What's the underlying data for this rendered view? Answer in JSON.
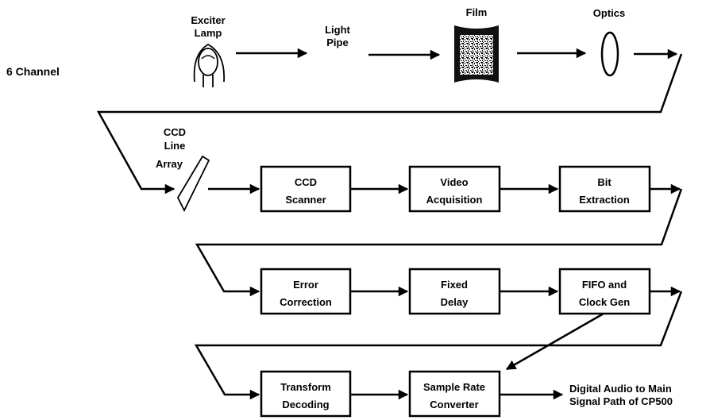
{
  "channel_label": "6 Channel",
  "top_row": {
    "exciter_lamp": [
      "Exciter",
      "Lamp"
    ],
    "light_pipe": [
      "Light",
      "Pipe"
    ],
    "film": "Film",
    "optics": "Optics"
  },
  "ccd_line_array": [
    "CCD",
    "Line",
    "Array"
  ],
  "blocks": {
    "ccd_scanner": [
      "CCD",
      "Scanner"
    ],
    "video_acquisition": [
      "Video",
      "Acquisition"
    ],
    "bit_extraction": [
      "Bit",
      "Extraction"
    ],
    "error_correction": [
      "Error",
      "Correction"
    ],
    "fixed_delay": [
      "Fixed",
      "Delay"
    ],
    "fifo_clock_gen": [
      "FIFO and",
      "Clock Gen"
    ],
    "transform_decoding": [
      "Transform",
      "Decoding"
    ],
    "sample_rate_converter": [
      "Sample Rate",
      "Converter"
    ]
  },
  "output_label": [
    "Digital Audio to Main",
    "Signal Path of CP500"
  ],
  "colors": {
    "line": "#000000",
    "background": "#ffffff",
    "film_frame": "#111111"
  }
}
